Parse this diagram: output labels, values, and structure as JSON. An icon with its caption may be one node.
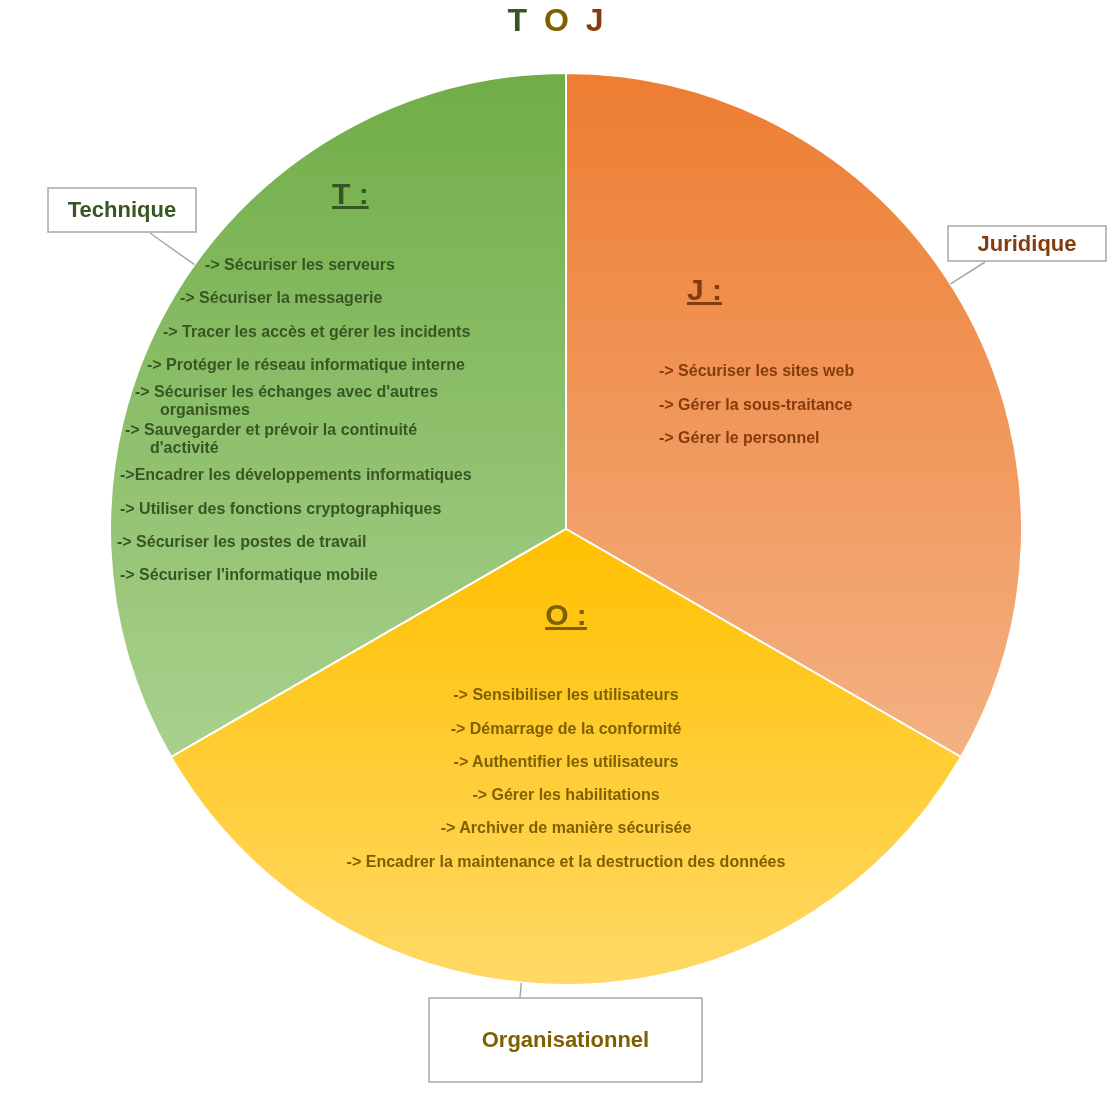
{
  "diagram": {
    "title": "T O J",
    "nodes": [
      {
        "text": [
          "Technique"
        ]
      },
      {
        "text": [
          "T :",
          "-> Sécuriser les serveurs",
          "-> Sécuriser la messagerie",
          "-> Tracer les accès et gérer les incidents",
          "-> Protéger le réseau informatique interne",
          "-> Sécuriser les échanges avec d'autres organismes",
          "-> Sauvegarder et prévoir la continuité d'activité",
          "->Encadrer les développements informatiques",
          "-> Utiliser des fonctions cryptographiques",
          "-> Sécuriser les postes de travail",
          "-> Sécuriser l'informatique mobile"
        ]
      },
      {
        "text": [
          "Juridique"
        ]
      },
      {
        "text": [
          "J :",
          "-> Sécuriser les sites web",
          "-> Gérer la sous-traitance",
          "-> Gérer le personnel"
        ]
      },
      {
        "text": [
          "O :",
          "-> Sensibiliser les utilisateurs",
          "-> Démarrage de la conformité",
          "-> Authentifier les utilisateurs",
          "-> Gérer les habilitations",
          "-> Archiver de manière sécurisée",
          "-> Encadrer la maintenance et la destruction des données"
        ]
      },
      {
        "text": [
          "Organisationnel"
        ]
      }
    ],
    "edges": [
      {
        "from": 0,
        "to": 1,
        "arrow": "none"
      },
      {
        "from": 2,
        "to": 3,
        "arrow": "none"
      },
      {
        "from": 5,
        "to": 4,
        "arrow": "none"
      }
    ]
  }
}
